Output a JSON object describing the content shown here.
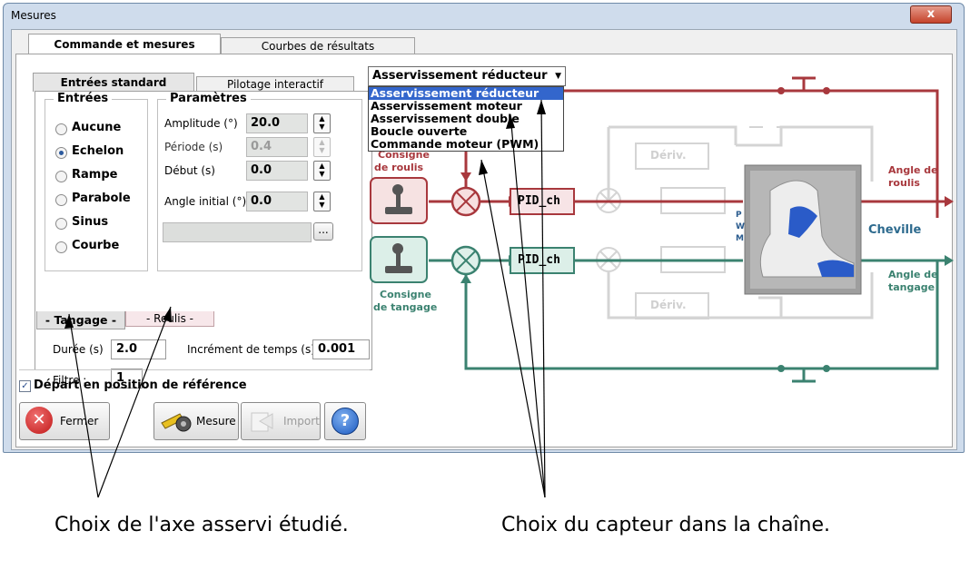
{
  "window": {
    "title": "Mesures",
    "close_label": "x"
  },
  "tabs_main": [
    "Commande et mesures",
    "Courbes de résultats"
  ],
  "tabs_sub": [
    "Entrées standard",
    "Pilotage interactif"
  ],
  "inputs_group": {
    "title": "Entrées",
    "options": [
      "Aucune",
      "Echelon",
      "Rampe",
      "Parabole",
      "Sinus",
      "Courbe"
    ],
    "selected": "Echelon"
  },
  "params_group": {
    "title": "Paramètres",
    "amplitude": {
      "label": "Amplitude (°)",
      "value": "20.0"
    },
    "periode": {
      "label": "Période (s)",
      "value": "0.4"
    },
    "debut": {
      "label": "Début (s)",
      "value": "0.0"
    },
    "angle_initial": {
      "label": "Angle initial (°)",
      "value": "0.0"
    },
    "browse_label": "..."
  },
  "axis_tabs": [
    "- Tangage -",
    "- Roulis -"
  ],
  "duree": {
    "label": "Durée (s)",
    "value": "2.0"
  },
  "increment": {
    "label": "Incrément de temps (s)",
    "value": "0.001"
  },
  "filtre": {
    "label": "Filtre :",
    "value": "1"
  },
  "depart_checkbox": {
    "label": "Départ en position de référence",
    "checked": true
  },
  "buttons": {
    "fermer": "Fermer",
    "mesure": "Mesure",
    "import": "Import"
  },
  "mode_dropdown": {
    "value": "Asservissement réducteur",
    "options": [
      "Asservissement réducteur",
      "Asservissement moteur",
      "Asservissement double",
      "Boucle ouverte",
      "Commande moteur (PWM)"
    ]
  },
  "diagram": {
    "consigne_roulis": [
      "Consigne",
      "de roulis"
    ],
    "consigne_tangage": [
      "Consigne",
      "de tangage"
    ],
    "pid_label": "PID_ch",
    "deriv_label": "Dériv.",
    "pwm_letters": [
      "P",
      "W",
      "M"
    ],
    "cheville": "Cheville",
    "angle_roulis": [
      "Angle de",
      "roulis"
    ],
    "angle_tangage": [
      "Angle de",
      "tangage"
    ],
    "colors": {
      "roulis": "#a8383d",
      "tangage": "#3b8270",
      "ghost": "#d0d0d0"
    }
  },
  "annotations": {
    "left": "Choix de l'axe asservi étudié.",
    "right": "Choix du capteur dans la chaîne."
  }
}
